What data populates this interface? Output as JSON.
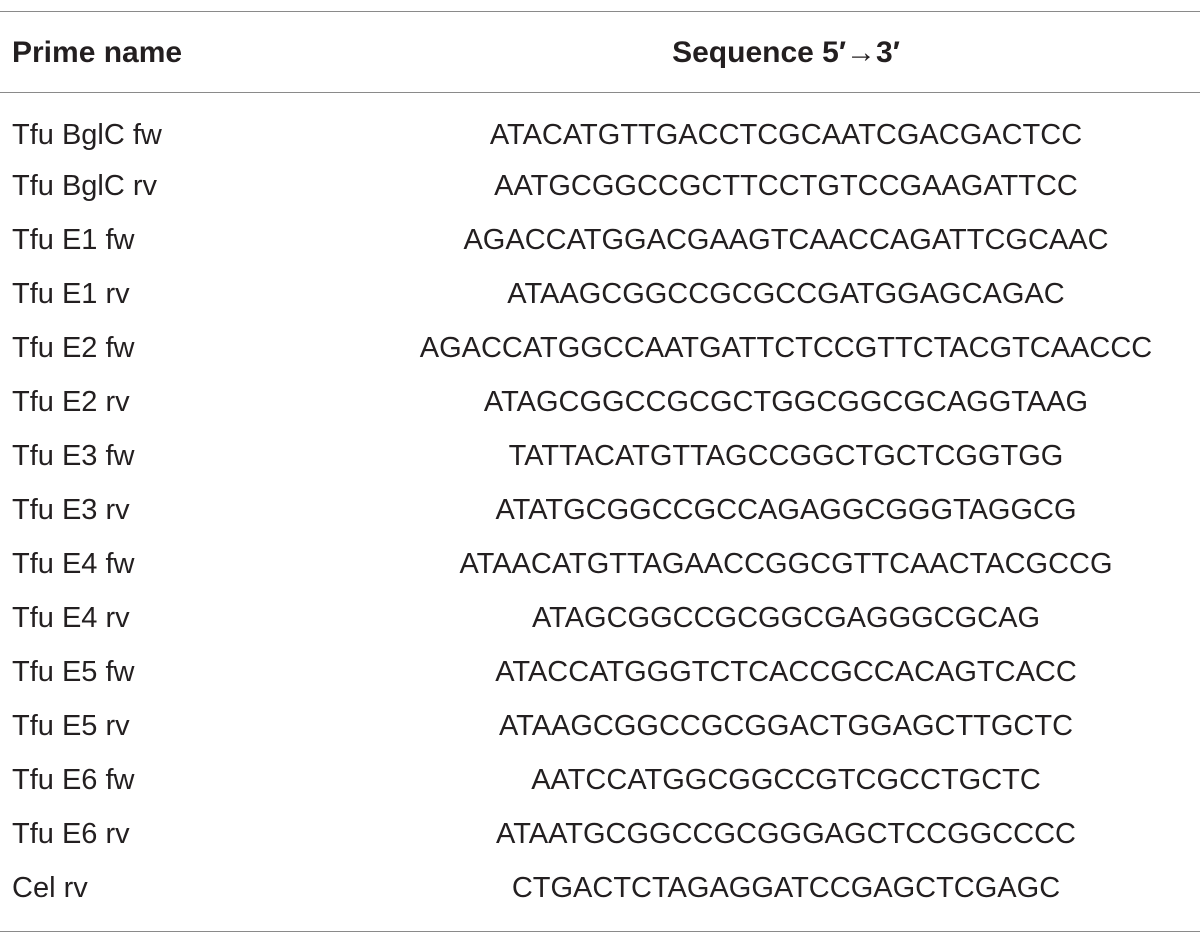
{
  "table": {
    "headers": {
      "name": "Prime name",
      "sequence": "Sequence 5′→3′"
    },
    "rows": [
      {
        "name": "Tfu BglC fw",
        "sequence": "ATACATGTTGACCTCGCAATCGACGACTCC"
      },
      {
        "name": "Tfu BglC rv",
        "sequence": "AATGCGGCCGCTTCCTGTCCGAAGATTCC"
      },
      {
        "name": "Tfu E1 fw",
        "sequence": "AGACCATGGACGAAGTCAACCAGATTCGCAAC"
      },
      {
        "name": "Tfu E1 rv",
        "sequence": "ATAAGCGGCCGCGCCGATGGAGCAGAC"
      },
      {
        "name": "Tfu E2 fw",
        "sequence": "AGACCATGGCCAATGATTCTCCGTTCTACGTCAACCC"
      },
      {
        "name": "Tfu E2 rv",
        "sequence": "ATAGCGGCCGCGCTGGCGGCGCAGGTAAG"
      },
      {
        "name": "Tfu E3 fw",
        "sequence": "TATTACATGTTAGCCGGCTGCTCGGTGG"
      },
      {
        "name": "Tfu E3 rv",
        "sequence": "ATATGCGGCCGCCAGAGGCGGGTAGGCG"
      },
      {
        "name": "Tfu E4 fw",
        "sequence": "ATAACATGTTAGAACCGGCGTTCAACTACGCCG"
      },
      {
        "name": "Tfu E4 rv",
        "sequence": "ATAGCGGCCGCGGCGAGGGCGCAG"
      },
      {
        "name": "Tfu E5 fw",
        "sequence": "ATACCATGGGTCTCACCGCCACAGTCACC"
      },
      {
        "name": "Tfu E5 rv",
        "sequence": "ATAAGCGGCCGCGGACTGGAGCTTGCTC"
      },
      {
        "name": "Tfu E6 fw",
        "sequence": "AATCCATGGCGGCCGTCGCCTGCTC"
      },
      {
        "name": "Tfu E6 rv",
        "sequence": "ATAATGCGGCCGCGGGAGCTCCGGCCCC"
      },
      {
        "name": "Cel rv",
        "sequence": "CTGACTCTAGAGGATCCGAGCTCGAGC"
      }
    ]
  }
}
